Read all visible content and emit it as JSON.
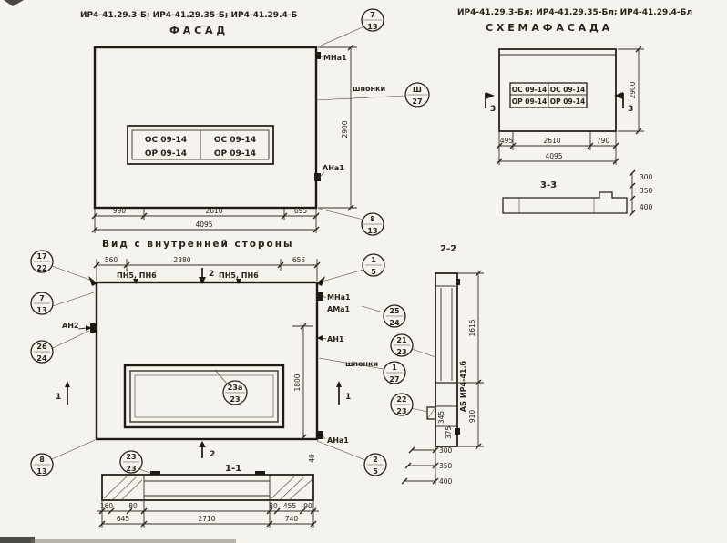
{
  "win": {
    "os": "ОС 09-14",
    "or": "ОР 09-14"
  },
  "facade": {
    "title": "ИР4-41.29.3-Б; ИР4-41.29.35-Б; ИР4-41.29.4-Б",
    "heading": "Ф А С А Д",
    "lbl_mna1": "МНа1",
    "lbl_shponki": "шпонки",
    "lbl_ana1": "АНа1",
    "dims": {
      "d1": "990",
      "d2": "2610",
      "d3": "695",
      "total": "4095",
      "height": "2900"
    }
  },
  "schema": {
    "title": "ИР4-41.29.3-Бл; ИР4-41.29.35-Бл; ИР4-41.29.4-Бл",
    "heading": "С Х Е М А   Ф А С А Д А",
    "mark": "3",
    "section_label": "3-3",
    "dims": {
      "d1": "495",
      "d2": "2610",
      "d3": "790",
      "total": "4095",
      "height": "2900",
      "t1": "300",
      "t2": "350",
      "t3": "400"
    }
  },
  "inner": {
    "heading": "Вид с внутренней стороны",
    "lbl_pn": "ПН5, ПН6",
    "lbl_mna1": "МНа1",
    "lbl_ama1": "АМа1",
    "lbl_an1": "АН1",
    "lbl_an2": "АН2",
    "lbl_ana1": "АНа1",
    "lbl_shponki": "шпонки",
    "mark1": "1",
    "mark2": "2",
    "dims": {
      "d1": "560",
      "d2": "2880",
      "d3": "655",
      "height": "1800",
      "d40": "40"
    }
  },
  "sec11": {
    "label": "1-1",
    "dims": {
      "a": "160",
      "b": "645",
      "c": "80",
      "d": "2710",
      "e": "80",
      "f": "455",
      "g": "90",
      "h": "740"
    }
  },
  "sec22": {
    "label": "2-2",
    "stamp": "АБ ИР4-41.б",
    "dims": {
      "h1": "1615",
      "h2": "910",
      "a": "345",
      "b": "375",
      "t1": "300",
      "t2": "350",
      "t3": "400"
    }
  },
  "callouts": {
    "c7_13": {
      "num": "7",
      "den": "13"
    },
    "c8_13": {
      "num": "8",
      "den": "13"
    },
    "csh_27": {
      "num": "Ш",
      "den": "27"
    },
    "c1_27": {
      "num": "1",
      "den": "27"
    },
    "c17_22": {
      "num": "17",
      "den": "22"
    },
    "c26_24": {
      "num": "26",
      "den": "24"
    },
    "c25_24": {
      "num": "25",
      "den": "24"
    },
    "c1_5": {
      "num": "1",
      "den": "5"
    },
    "c2_5": {
      "num": "2",
      "den": "5"
    },
    "c23a_23": {
      "num": "23а",
      "den": "23"
    },
    "c23_23": {
      "num": "23",
      "den": "23"
    },
    "c21_23": {
      "num": "21",
      "den": "23"
    },
    "c22_23": {
      "num": "22",
      "den": "23"
    }
  }
}
